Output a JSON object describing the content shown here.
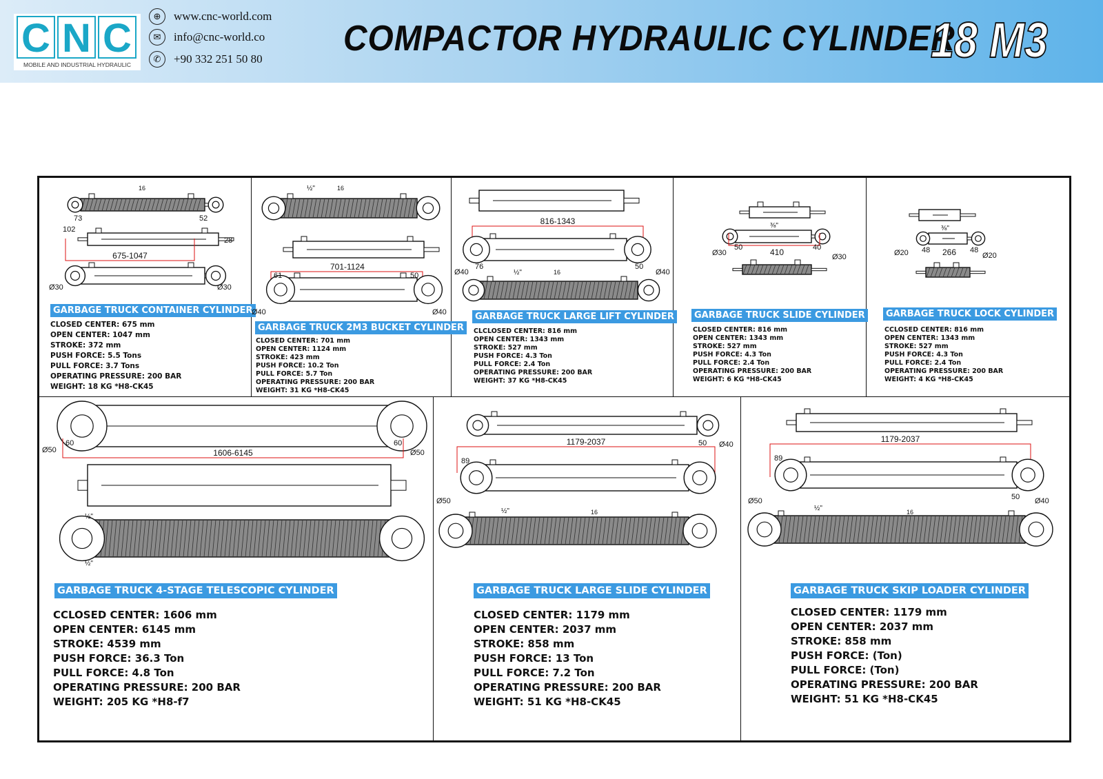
{
  "header": {
    "logo": {
      "letters": [
        "C",
        "N",
        "C"
      ],
      "tagline": "MOBILE AND INDUSTRIAL HYDRAULIC"
    },
    "contact": [
      {
        "icon": "globe-icon",
        "text": "www.cnc-world.com"
      },
      {
        "icon": "mail-icon",
        "text": "info@cnc-world.co"
      },
      {
        "icon": "phone-icon",
        "text": "+90 332 251 50 80"
      }
    ],
    "title": "COMPACTOR  HYDRAULIC CYLINDER",
    "model": "18 M3"
  },
  "cylinders": [
    {
      "name": "GARBAGE TRUCK CONTAINER CYLINDER",
      "dims": {
        "range": "675-1047",
        "a": "73",
        "b": "102",
        "c": "52",
        "d": "28",
        "e": "Ø30",
        "f": "Ø30",
        "g": "16"
      },
      "specs": [
        "CLOSED CENTER: 675 mm",
        "OPEN CENTER: 1047 mm",
        "STROKE: 372 mm",
        "PUSH FORCE: 5.5 Tons",
        "PULL FORCE: 3.7 Tons",
        "OPERATING PRESSURE: 200 BAR",
        "WEIGHT: 18 KG *H8-CK45"
      ]
    },
    {
      "name": "GARBAGE TRUCK 2M3 BUCKET CYLINDER",
      "dims": {
        "range": "701-1124",
        "a": "61",
        "b": "50",
        "c": "Ø40",
        "d": "Ø40",
        "g": "16",
        "h": "½\""
      },
      "specs": [
        "CLOSED CENTER: 701 mm",
        "OPEN CENTER: 1124 mm",
        "STROKE: 423 mm",
        "PUSH FORCE: 10.2 Ton",
        "PULL FORCE: 5.7 Ton",
        "OPERATING PRESSURE: 200 BAR",
        "WEIGHT: 31 KG *H8-CK45"
      ]
    },
    {
      "name": "GARBAGE TRUCK LARGE LIFT CYLINDER",
      "dims": {
        "range": "816-1343",
        "a": "76",
        "b": "50",
        "c": "Ø40",
        "d": "Ø40",
        "g": "16",
        "h": "½\""
      },
      "specs": [
        "CLCLOSED CENTER: 816 mm",
        "OPEN CENTER: 1343 mm",
        "STROKE: 527 mm",
        "PUSH FORCE: 4.3 Ton",
        "PULL FORCE: 2.4 Ton",
        "OPERATING PRESSURE: 200 BAR",
        "WEIGHT: 37 KG *H8-CK45"
      ]
    },
    {
      "name": "GARBAGE TRUCK SLIDE CYLINDER",
      "dims": {
        "range": "410",
        "a": "50",
        "b": "40",
        "c": "Ø30",
        "d": "Ø30",
        "h": "⅜\""
      },
      "specs": [
        "CLOSED CENTER: 816 mm",
        "OPEN CENTER: 1343 mm",
        "STROKE: 527 mm",
        "PUSH FORCE: 4.3 Ton",
        "PULL FORCE: 2.4 Ton",
        "OPERATING PRESSURE: 200 BAR",
        "WEIGHT: 6 KG *H8-CK45"
      ]
    },
    {
      "name": "GARBAGE TRUCK LOCK CYLINDER",
      "dims": {
        "range": "266",
        "a": "48",
        "b": "48",
        "c": "Ø20",
        "d": "Ø20",
        "h": "⅜\""
      },
      "specs": [
        "CCLOSED CENTER: 816 mm",
        "OPEN CENTER: 1343 mm",
        "STROKE: 527 mm",
        "PUSH FORCE: 4.3 Ton",
        "PULL FORCE: 2.4 Ton",
        "OPERATING PRESSURE: 200 BAR",
        "WEIGHT: 4 KG *H8-CK45"
      ]
    },
    {
      "name": "GARBAGE TRUCK 4-STAGE TELESCOPIC CYLINDER",
      "dims": {
        "range": "1606-6145",
        "a": "60",
        "b": "60",
        "c": "Ø50",
        "d": "Ø50",
        "h": "½\""
      },
      "specs": [
        "CCLOSED CENTER: 1606 mm",
        "OPEN CENTER: 6145 mm",
        "STROKE: 4539 mm",
        "PUSH FORCE: 36.3 Ton",
        "PULL FORCE: 4.8 Ton",
        "OPERATING PRESSURE: 200 BAR",
        "WEIGHT: 205 KG *H8-f7"
      ]
    },
    {
      "name": "GARBAGE TRUCK LARGE SLIDE CYLINDER",
      "dims": {
        "range": "1179-2037",
        "a": "89",
        "b": "50",
        "c": "Ø50",
        "d": "Ø40",
        "g": "16",
        "h": "½\""
      },
      "specs": [
        "CLOSED CENTER: 1179 mm",
        "OPEN CENTER: 2037 mm",
        "STROKE: 858 mm",
        "PUSH FORCE: 13 Ton",
        "PULL FORCE: 7.2 Ton",
        "OPERATING PRESSURE: 200 BAR",
        "WEIGHT: 51 KG *H8-CK45"
      ]
    },
    {
      "name": "GARBAGE TRUCK SKIP LOADER CYLINDER",
      "dims": {
        "range": "1179-2037",
        "a": "89",
        "b": "50",
        "c": "Ø50",
        "d": "Ø40",
        "g": "16",
        "h": "½\""
      },
      "specs": [
        "CLOSED CENTER: 1179 mm",
        "OPEN CENTER: 2037 mm",
        "STROKE: 858 mm",
        "PUSH FORCE: (Ton)",
        "PULL FORCE: (Ton)",
        "OPERATING PRESSURE: 200 BAR",
        "WEIGHT: 51 KG *H8-CK45"
      ]
    }
  ]
}
